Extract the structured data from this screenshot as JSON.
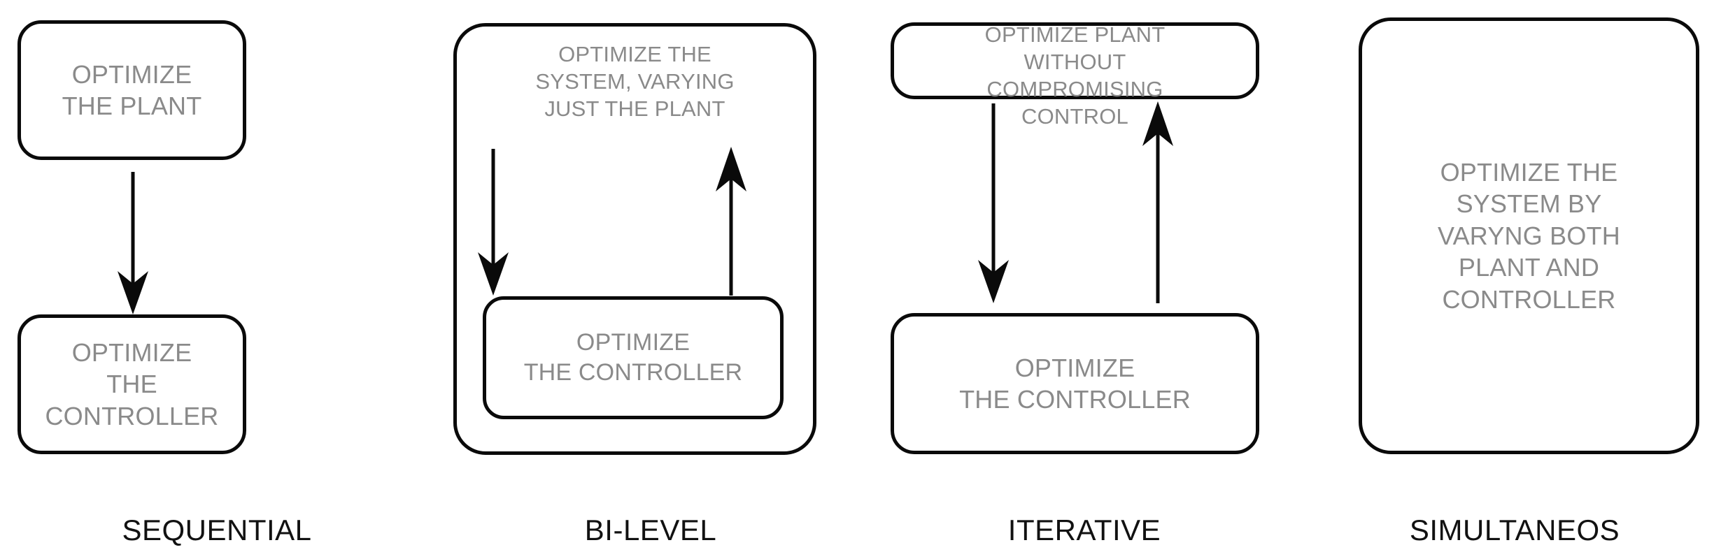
{
  "figure": {
    "title": "Plant and controller optimization strategies",
    "background_color": "#ffffff",
    "box_border_color": "#0a0a0a",
    "box_text_color": "#8a8a8a",
    "label_text_color": "#111111",
    "arrow_color": "#0a0a0a"
  },
  "panels": [
    {
      "id": "sequential",
      "label": "SEQUENTIAL",
      "boxes": [
        {
          "name": "optimize-the-plant",
          "text": "OPTIMIZE\nTHE PLANT"
        },
        {
          "name": "optimize-the-controller",
          "text": "OPTIMIZE\nTHE CONTROLLER"
        }
      ],
      "arrows": [
        {
          "name": "down-arrow",
          "direction": "down"
        }
      ]
    },
    {
      "id": "bi-level",
      "label": "BI-LEVEL",
      "boxes": [
        {
          "name": "optimize-the-system-varying-just-the-plant",
          "text": "OPTIMIZE THE\nSYSTEM, VARYING\nJUST THE PLANT"
        },
        {
          "name": "optimize-the-controller",
          "text": "OPTIMIZE\nTHE CONTROLLER"
        }
      ],
      "arrows": [
        {
          "name": "down-arrow",
          "direction": "down"
        },
        {
          "name": "up-arrow",
          "direction": "up"
        }
      ]
    },
    {
      "id": "iterative",
      "label": "ITERATIVE",
      "boxes": [
        {
          "name": "optimize-plant-without-compromising-control",
          "text": "OPTIMIZE PLANT\nWITHOUT\nCOMPROMISING\nCONTROL"
        },
        {
          "name": "optimize-the-controller",
          "text": "OPTIMIZE\nTHE CONTROLLER"
        }
      ],
      "arrows": [
        {
          "name": "down-arrow",
          "direction": "down"
        },
        {
          "name": "up-arrow",
          "direction": "up"
        }
      ]
    },
    {
      "id": "simultaneos",
      "label": "SIMULTANEOS",
      "boxes": [
        {
          "name": "optimize-the-system-by-varyng-both-plant-and-controller",
          "text": "OPTIMIZE THE\nSYSTEM BY\nVARYNG BOTH\nPLANT AND\nCONTROLLER"
        }
      ],
      "arrows": []
    }
  ]
}
